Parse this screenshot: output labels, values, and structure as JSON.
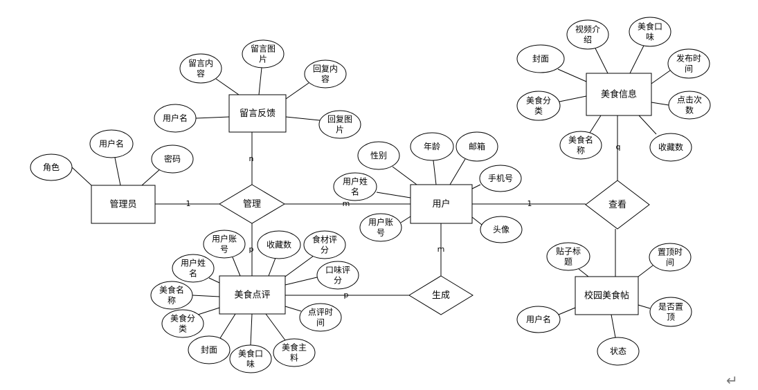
{
  "diagram": {
    "entities": [
      {
        "id": "admin",
        "label": "管理员"
      },
      {
        "id": "feedback",
        "label": "留言反馈"
      },
      {
        "id": "user",
        "label": "用户"
      },
      {
        "id": "foodinfo",
        "label": "美食信息"
      },
      {
        "id": "review",
        "label": "美食点评"
      },
      {
        "id": "post",
        "label": "校园美食帖"
      }
    ],
    "relationships": [
      {
        "id": "manage",
        "label": "管理"
      },
      {
        "id": "view",
        "label": "查看"
      },
      {
        "id": "generate",
        "label": "生成"
      }
    ],
    "attributes": [
      {
        "entity": "admin",
        "label": "角色"
      },
      {
        "entity": "admin",
        "label": "用户名"
      },
      {
        "entity": "admin",
        "label": "密码"
      },
      {
        "entity": "feedback",
        "label": "留言内容"
      },
      {
        "entity": "feedback",
        "label": "留言图片"
      },
      {
        "entity": "feedback",
        "label": "回复内容"
      },
      {
        "entity": "feedback",
        "label": "用户名"
      },
      {
        "entity": "feedback",
        "label": "回复图片"
      },
      {
        "entity": "user",
        "label": "性别"
      },
      {
        "entity": "user",
        "label": "年龄"
      },
      {
        "entity": "user",
        "label": "邮箱"
      },
      {
        "entity": "user",
        "label": "用户姓名"
      },
      {
        "entity": "user",
        "label": "手机号"
      },
      {
        "entity": "user",
        "label": "用户账号"
      },
      {
        "entity": "user",
        "label": "头像"
      },
      {
        "entity": "foodinfo",
        "label": "视频介绍"
      },
      {
        "entity": "foodinfo",
        "label": "美食口味"
      },
      {
        "entity": "foodinfo",
        "label": "封面"
      },
      {
        "entity": "foodinfo",
        "label": "发布时间"
      },
      {
        "entity": "foodinfo",
        "label": "美食分类"
      },
      {
        "entity": "foodinfo",
        "label": "点击次数"
      },
      {
        "entity": "foodinfo",
        "label": "美食名称"
      },
      {
        "entity": "foodinfo",
        "label": "收藏数"
      },
      {
        "entity": "review",
        "label": "用户账号"
      },
      {
        "entity": "review",
        "label": "收藏数"
      },
      {
        "entity": "review",
        "label": "食材评分"
      },
      {
        "entity": "review",
        "label": "用户姓名"
      },
      {
        "entity": "review",
        "label": "口味评分"
      },
      {
        "entity": "review",
        "label": "美食名称"
      },
      {
        "entity": "review",
        "label": "点评时间"
      },
      {
        "entity": "review",
        "label": "美食分类"
      },
      {
        "entity": "review",
        "label": "封面"
      },
      {
        "entity": "review",
        "label": "美食口味"
      },
      {
        "entity": "review",
        "label": "美食主料"
      },
      {
        "entity": "post",
        "label": "贴子标题"
      },
      {
        "entity": "post",
        "label": "置顶时间"
      },
      {
        "entity": "post",
        "label": "是否置顶"
      },
      {
        "entity": "post",
        "label": "用户名"
      },
      {
        "entity": "post",
        "label": "状态"
      }
    ],
    "connections": [
      {
        "from": "admin",
        "to": "manage",
        "cardinality": "1"
      },
      {
        "from": "manage",
        "to": "user",
        "cardinality": "m"
      },
      {
        "from": "manage",
        "to": "feedback",
        "cardinality": "n"
      },
      {
        "from": "manage",
        "to": "review",
        "cardinality": "p"
      },
      {
        "from": "user",
        "to": "view",
        "cardinality": "1"
      },
      {
        "from": "view",
        "to": "foodinfo",
        "cardinality": "q"
      },
      {
        "from": "view",
        "to": "post",
        "cardinality": ""
      },
      {
        "from": "user",
        "to": "generate",
        "cardinality": "m"
      },
      {
        "from": "generate",
        "to": "review",
        "cardinality": "p"
      }
    ]
  },
  "return_mark": "↵"
}
